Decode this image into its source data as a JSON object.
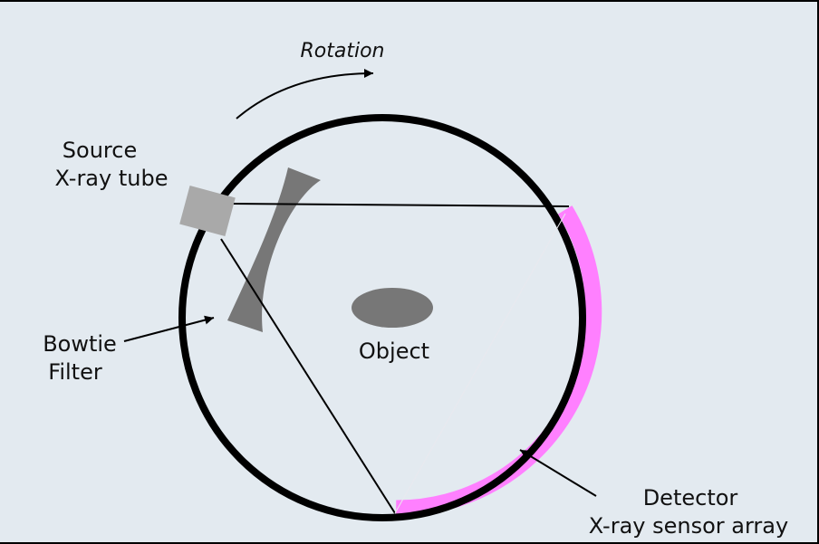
{
  "diagram": {
    "rotation_label": "Rotation",
    "source_label": {
      "line1": "Source",
      "line2": "X-ray tube"
    },
    "bowtie_label": {
      "line1": "Bowtie",
      "line2": "Filter"
    },
    "object_label": "Object",
    "detector_label": {
      "line1": "Detector",
      "line2": "X-ray sensor array"
    }
  },
  "colors": {
    "background": "#e3eaf0",
    "ring": "#000000",
    "detector": "#ff80ff",
    "filter": "#777777",
    "source": "#a9a9a9",
    "object": "#777777"
  }
}
